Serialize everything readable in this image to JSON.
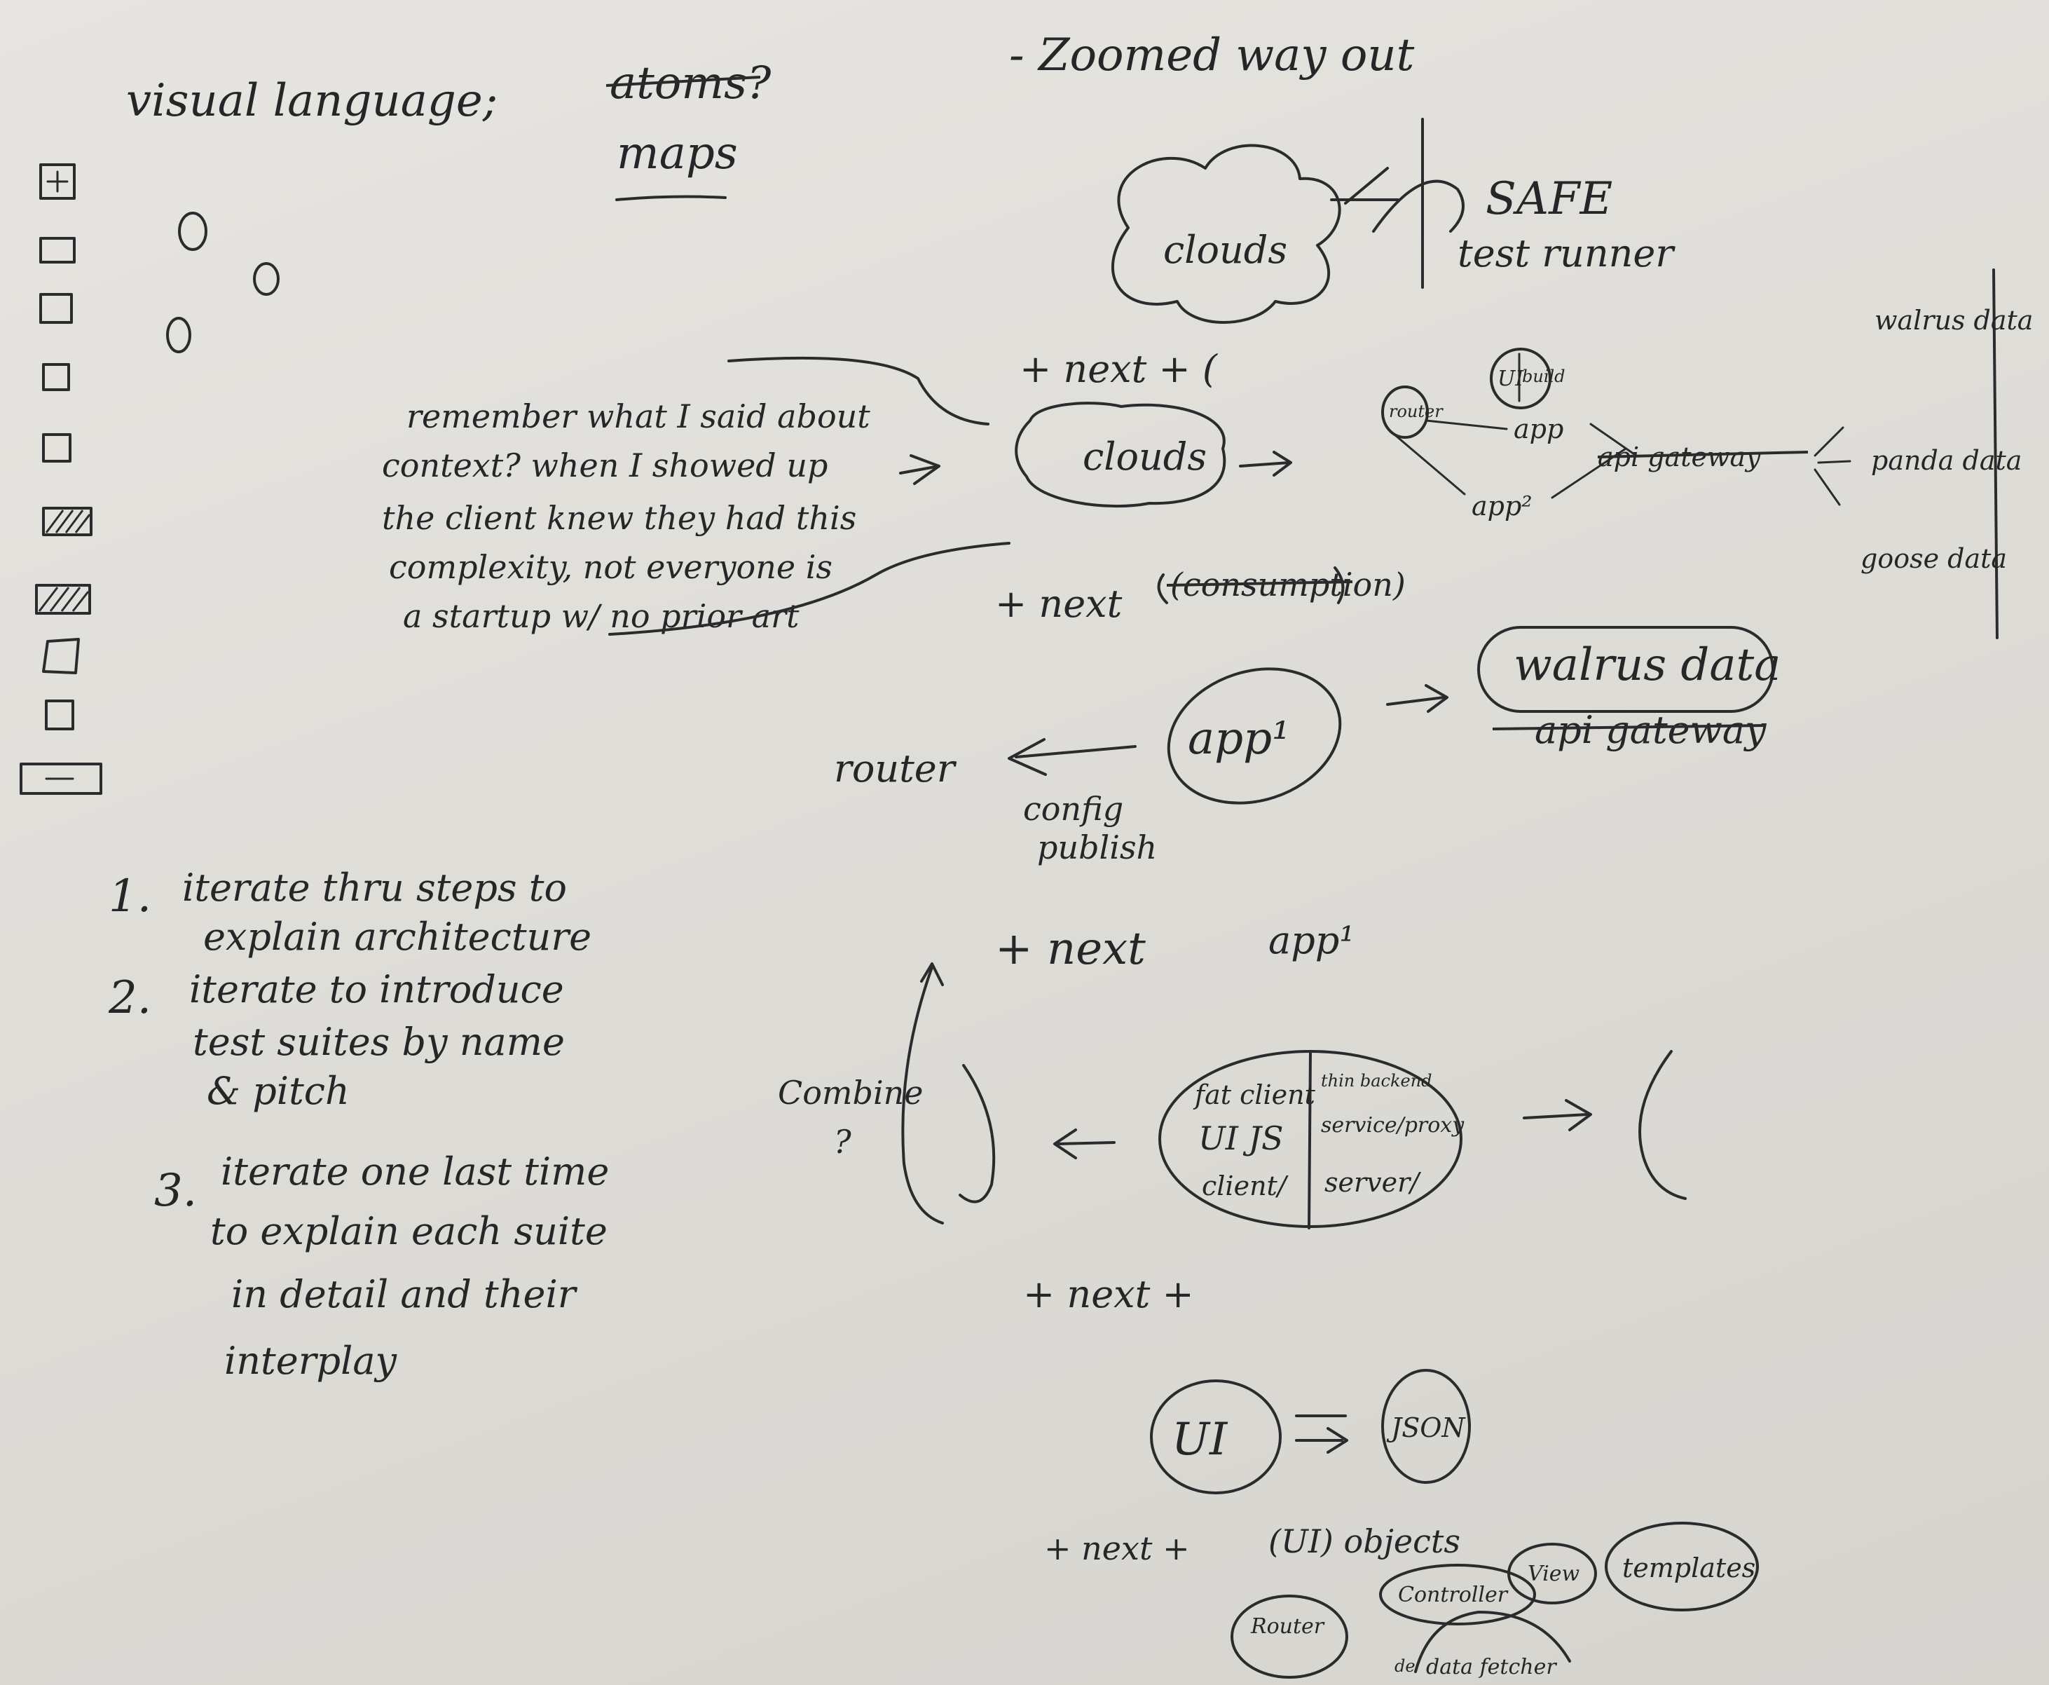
{
  "header": {
    "title": "visual language;",
    "title_struck": "atoms?",
    "subtitle": "maps",
    "zoom_note": "- Zoomed way out"
  },
  "top": {
    "clouds": "clouds",
    "safe": "SAFE",
    "test_runner": "test runner"
  },
  "step1": {
    "next": "+ next + (",
    "clouds": "clouds",
    "router": "router",
    "ui_node": "UI",
    "ui_node_struck": "build",
    "app": "app",
    "app2": "app²",
    "gateway_struck": "api gateway",
    "data_list": [
      "walrus data",
      "panda data",
      "goose data"
    ]
  },
  "note": {
    "lines": [
      "remember what I said about",
      "context? when I showed up",
      "the client knew they had this",
      "complexity, not everyone is",
      "a startup w/ no prior art"
    ]
  },
  "step2": {
    "next": "+ next",
    "next_struck": "(consumption)",
    "app": "app¹",
    "walrus": "walrus data",
    "walrus_struck": "api gateway",
    "router": "router",
    "config_publish": [
      "config",
      "publish"
    ]
  },
  "step3": {
    "next": "+ next",
    "app": "app¹",
    "combine": [
      "Combine",
      "?"
    ],
    "left_col": [
      "fat client",
      "UI JS",
      "client/"
    ],
    "right_col": [
      "thin backend",
      "service/proxy",
      "server/"
    ]
  },
  "step4": {
    "next": "+ next +",
    "ui": "UI",
    "json": "JSON"
  },
  "step5": {
    "next": "+ next +",
    "ui_objects": "(UI) objects",
    "controller": "Controller",
    "view": "View",
    "templates": "templates",
    "router": "Router",
    "data_fetcher": "data fetcher",
    "data_fetcher_struck": "de"
  },
  "plan": {
    "items": [
      {
        "num": "1.",
        "lines": [
          "iterate thru steps to",
          "explain architecture"
        ]
      },
      {
        "num": "2.",
        "lines": [
          "iterate to introduce",
          "test suites by name",
          "& pitch"
        ]
      },
      {
        "num": "3.",
        "lines": [
          "iterate one last time",
          "to explain each suite",
          "in detail and their",
          "interplay"
        ]
      }
    ]
  }
}
